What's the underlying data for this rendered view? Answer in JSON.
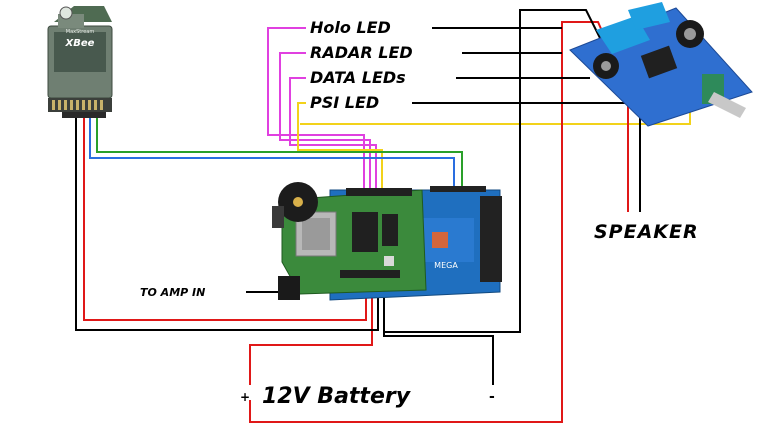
{
  "labels": {
    "holo_led": "Holo LED",
    "radar_led": "RADAR LED",
    "data_leds": "DATA LEDs",
    "psi_led": "PSI LED",
    "speaker": "SPEAKER",
    "amp_in": "TO AMP IN",
    "battery": "12V Battery",
    "battery_plus": "+",
    "battery_minus": "-"
  },
  "xbee": {
    "brand": "MaxStream",
    "name": "XBee"
  },
  "arduino": {
    "mega_label": "MEGA"
  },
  "wire_colors": {
    "magenta": "#e040e0",
    "yellow": "#f2d21a",
    "red": "#e01818",
    "black": "#000000",
    "green": "#2aa02a",
    "blue": "#2a6ee0"
  }
}
